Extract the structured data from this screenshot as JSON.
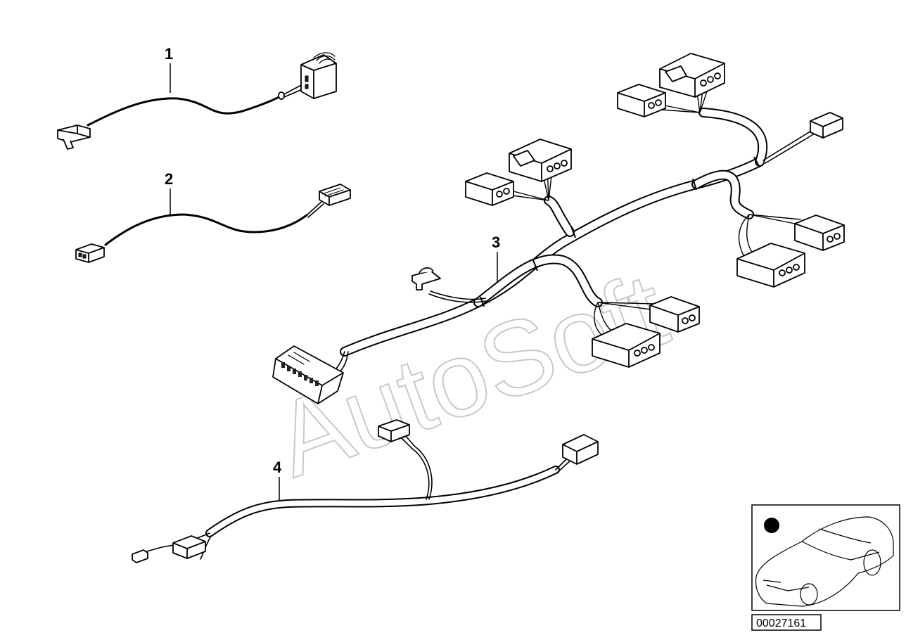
{
  "watermark": "AutoSoft",
  "callouts": [
    {
      "id": "part-1",
      "label": "1"
    },
    {
      "id": "part-2",
      "label": "2"
    },
    {
      "id": "part-3",
      "label": "3"
    },
    {
      "id": "part-4",
      "label": "4"
    }
  ],
  "reference_number": "00027161",
  "thumbnail": {
    "icon": "car-outline-icon",
    "marker": "location-dot-icon"
  }
}
